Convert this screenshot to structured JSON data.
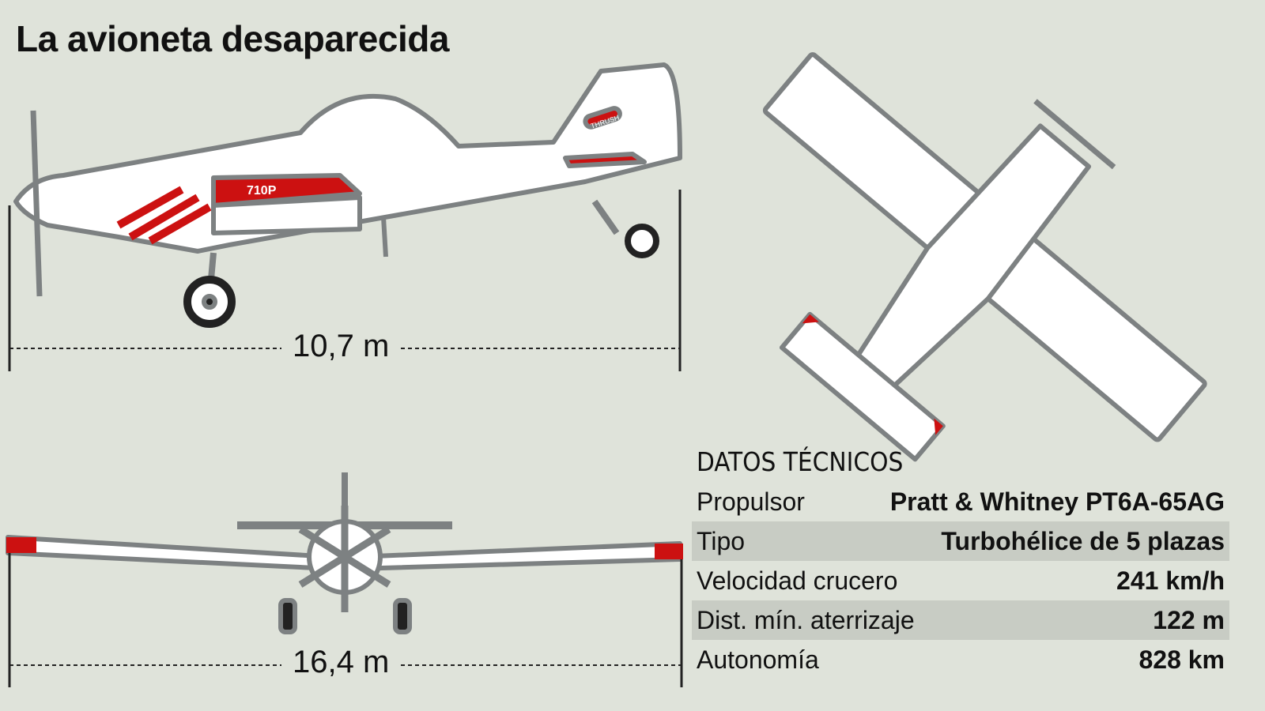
{
  "title": "La avioneta desaparecida",
  "plane_markings": {
    "registration": "710P",
    "brand": "THRUSH"
  },
  "dimensions": {
    "length": "10,7 m",
    "wingspan": "16,4 m"
  },
  "specs": {
    "header": "DATOS TÉCNICOS",
    "rows": [
      {
        "label": "Propulsor",
        "value": "Pratt & Whitney PT6A-65AG"
      },
      {
        "label": "Tipo",
        "value": "Turbohélice de 5 plazas"
      },
      {
        "label": "Velocidad crucero",
        "value": "241 km/h"
      },
      {
        "label": "Dist. mín. aterrizaje",
        "value": "122 m"
      },
      {
        "label": "Autonomía",
        "value": "828 km"
      }
    ]
  },
  "colors": {
    "background": "#dfe3da",
    "outline": "#7d8182",
    "accent": "#cc1111",
    "row_shade": "#c8ccc4"
  }
}
